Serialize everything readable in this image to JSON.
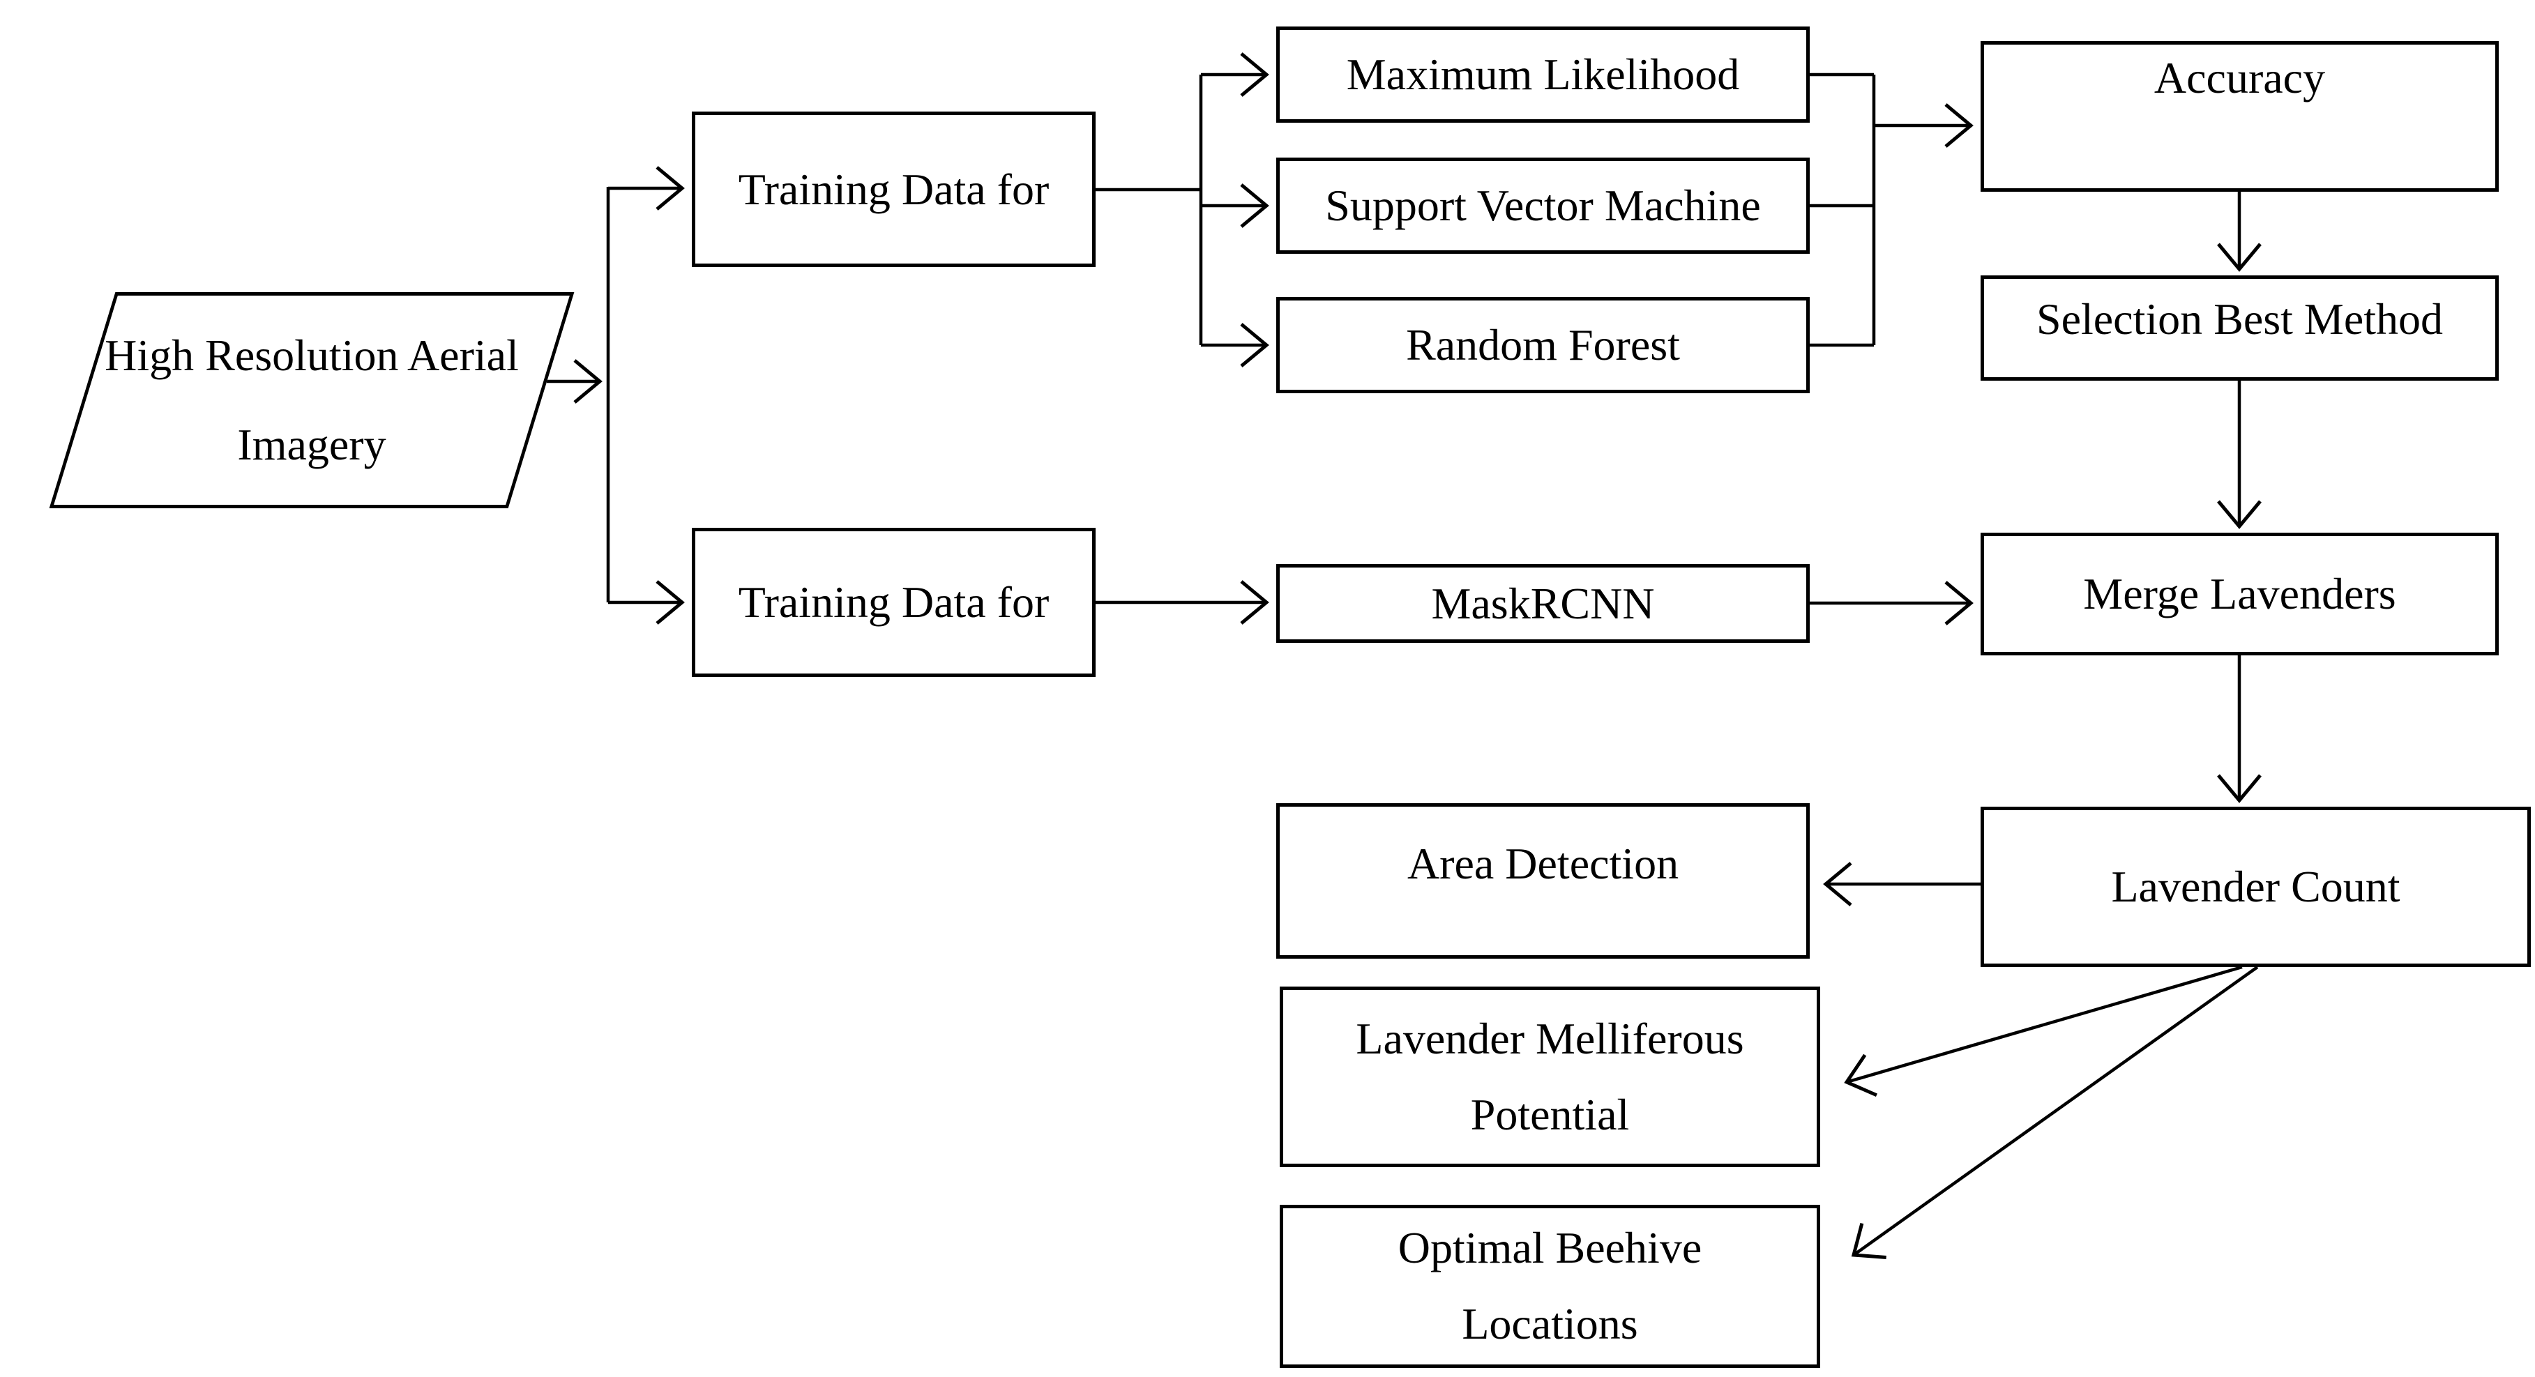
{
  "diagram": {
    "title": "Lavender detection methodology flowchart",
    "background_color": "#ffffff",
    "line_color": "#000000",
    "nodes": {
      "aerial_imagery": {
        "shape": "parallelogram",
        "line1": "High Resolution",
        "line2": "Aerial Imagery"
      },
      "training_top": {
        "shape": "rect",
        "label": "Training Data for"
      },
      "training_bottom": {
        "shape": "rect",
        "label": "Training Data for"
      },
      "maximum_likelihood": {
        "shape": "rect",
        "label": "Maximum Likelihood"
      },
      "support_vector_machine": {
        "shape": "rect",
        "label": "Support Vector Machine"
      },
      "random_forest": {
        "shape": "rect",
        "label": "Random Forest"
      },
      "accuracy": {
        "shape": "rect",
        "label": "Accuracy"
      },
      "selection_best_method": {
        "shape": "rect",
        "label": "Selection Best Method"
      },
      "merge_lavenders": {
        "shape": "rect",
        "label": "Merge Lavenders"
      },
      "maskrcnn": {
        "shape": "rect",
        "label": "MaskRCNN"
      },
      "lavender_count": {
        "shape": "rect",
        "label": "Lavender Count"
      },
      "area_detection": {
        "shape": "rect",
        "label": "Area Detection"
      },
      "lavender_melliferous_potential": {
        "shape": "rect",
        "line1": "Lavender Melliferous",
        "line2": "Potential"
      },
      "optimal_beehive_locations": {
        "shape": "rect",
        "line1": "Optimal Beehive",
        "line2": "Locations"
      }
    },
    "edges": [
      {
        "from": "aerial_imagery",
        "to": "training_top",
        "arrow": true
      },
      {
        "from": "aerial_imagery",
        "to": "training_bottom",
        "arrow": true
      },
      {
        "from": "training_top",
        "to": "maximum_likelihood",
        "arrow": true
      },
      {
        "from": "training_top",
        "to": "support_vector_machine",
        "arrow": true
      },
      {
        "from": "training_top",
        "to": "random_forest",
        "arrow": true
      },
      {
        "from": "maximum_likelihood",
        "to": "accuracy",
        "arrow": true
      },
      {
        "from": "support_vector_machine",
        "to": "accuracy",
        "arrow": true
      },
      {
        "from": "random_forest",
        "to": "accuracy",
        "arrow": true
      },
      {
        "from": "accuracy",
        "to": "selection_best_method",
        "arrow": true
      },
      {
        "from": "selection_best_method",
        "to": "merge_lavenders",
        "arrow": true
      },
      {
        "from": "training_bottom",
        "to": "maskrcnn",
        "arrow": true
      },
      {
        "from": "maskrcnn",
        "to": "merge_lavenders",
        "arrow": true
      },
      {
        "from": "merge_lavenders",
        "to": "lavender_count",
        "arrow": true
      },
      {
        "from": "lavender_count",
        "to": "area_detection",
        "arrow": true
      },
      {
        "from": "lavender_count",
        "to": "lavender_melliferous_potential",
        "arrow": true
      },
      {
        "from": "lavender_count",
        "to": "optimal_beehive_locations",
        "arrow": true
      }
    ]
  }
}
